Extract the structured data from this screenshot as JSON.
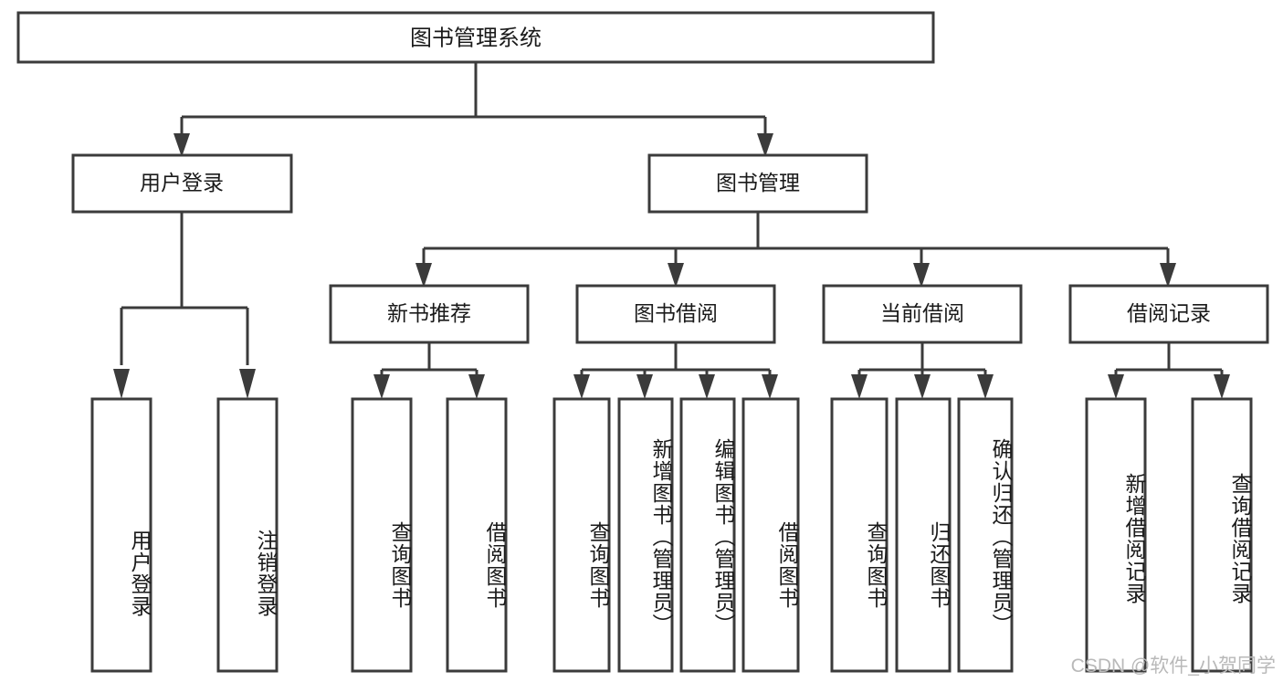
{
  "diagram": {
    "title": "图书管理系统",
    "type": "hierarchy-tree",
    "watermark": "CSDN @软件_小贺同学",
    "colors": {
      "stroke": "#3b3b3b",
      "fill": "#ffffff",
      "text": "#1a1a1a",
      "watermark": "#b9b9b9"
    },
    "levels": {
      "root": {
        "label": "图书管理系统"
      },
      "level2": [
        {
          "id": "user-login",
          "label": "用户登录"
        },
        {
          "id": "book-management",
          "label": "图书管理"
        }
      ],
      "level3": [
        {
          "id": "new-book-recommend",
          "label": "新书推荐"
        },
        {
          "id": "book-borrow",
          "label": "图书借阅"
        },
        {
          "id": "current-borrow",
          "label": "当前借阅"
        },
        {
          "id": "borrow-record",
          "label": "借阅记录"
        }
      ],
      "leaves": [
        {
          "id": "leaf-user-login",
          "label": "用户登录",
          "parent": "user-login"
        },
        {
          "id": "leaf-logout-login",
          "label": "注销登录",
          "parent": "user-login"
        },
        {
          "id": "leaf-query-book-1",
          "label": "查询图书",
          "parent": "new-book-recommend"
        },
        {
          "id": "leaf-borrow-book-1",
          "label": "借阅图书",
          "parent": "new-book-recommend"
        },
        {
          "id": "leaf-query-book-2",
          "label": "查询图书",
          "parent": "book-borrow"
        },
        {
          "id": "leaf-add-book",
          "label": "新增图书（管理员）",
          "parent": "book-borrow"
        },
        {
          "id": "leaf-edit-book",
          "label": "编辑图书（管理员）",
          "parent": "book-borrow"
        },
        {
          "id": "leaf-borrow-book-2",
          "label": "借阅图书",
          "parent": "book-borrow"
        },
        {
          "id": "leaf-query-book-3",
          "label": "查询图书",
          "parent": "current-borrow"
        },
        {
          "id": "leaf-return-book",
          "label": "归还图书",
          "parent": "current-borrow"
        },
        {
          "id": "leaf-confirm-return",
          "label": "确认归还（管理员）",
          "parent": "current-borrow"
        },
        {
          "id": "leaf-add-record",
          "label": "新增借阅记录",
          "parent": "borrow-record"
        },
        {
          "id": "leaf-query-record",
          "label": "查询借阅记录",
          "parent": "borrow-record"
        }
      ]
    }
  }
}
